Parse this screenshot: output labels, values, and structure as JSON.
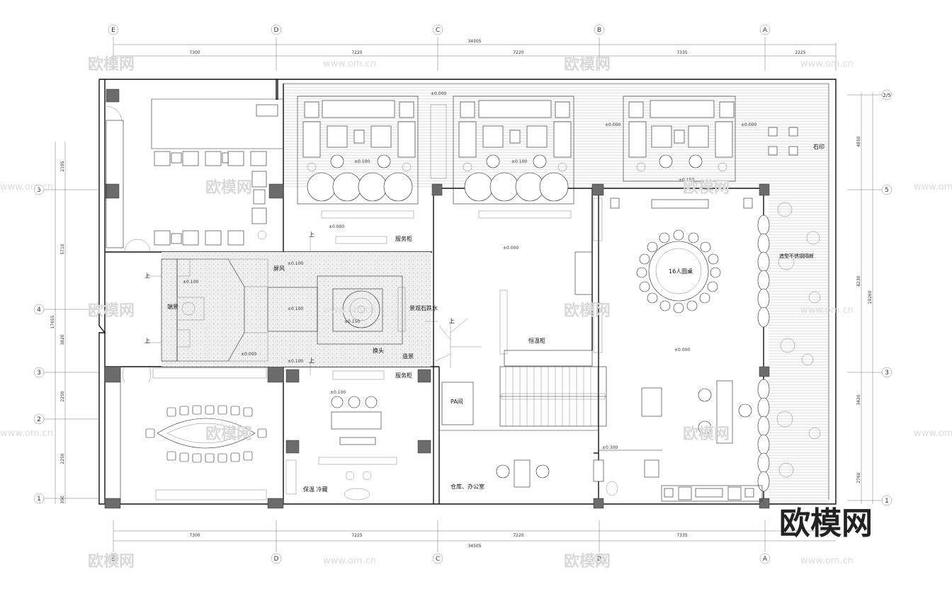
{
  "axes": {
    "top": [
      "E",
      "D",
      "C",
      "B",
      "A"
    ],
    "bottom": [
      "E",
      "D",
      "C",
      "B",
      "A"
    ],
    "left": [
      "5",
      "4",
      "3",
      "2",
      "1"
    ],
    "right": [
      "2/5",
      "5",
      "3",
      "1"
    ]
  },
  "dimensions": {
    "top_total": "34505",
    "top_segments": [
      "7300",
      "7225",
      "7220",
      "7335",
      "2225"
    ],
    "bottom_total": "34505",
    "bottom_segments": [
      "7300",
      "7225",
      "7220",
      "7335"
    ],
    "left_segments": [
      "2195",
      "5710",
      "3820",
      "2250",
      "2250",
      "350"
    ],
    "left_total": "17655",
    "right_segments": [
      "4850",
      "8230",
      "3420",
      "2760"
    ],
    "right_total": "19260"
  },
  "rooms": {
    "screen": "屏风",
    "landscape": "端景",
    "water_feature": "景观石跌水",
    "tap": "换头",
    "background": "造景",
    "service_cabinet_1": "服务柜",
    "service_cabinet_2": "服务柜",
    "warming_cabinet": "恒温柜",
    "pa_room": "PA间",
    "storage_office": "仓库、办公室",
    "hot_cold_tea": "保温\n冷藏",
    "stone_seal": "石印",
    "decor_wall": "造型不锈钢隔断",
    "round_table": "16人圆桌",
    "up_1": "上",
    "up_2": "上",
    "up_3": "上",
    "up_4": "上",
    "up_5": "上"
  },
  "levels": {
    "l1": "±0.000",
    "l2": "±0.100",
    "l3": "±0.100",
    "l4": "±0.000",
    "l5": "±0.150",
    "l6": "±0.000",
    "l7": "±0.100",
    "l8": "±0.100",
    "l9": "±0.100",
    "l10": "±0.150",
    "l11": "±0.000",
    "l12": "±0.100",
    "l13": "±0.000",
    "l14": "±0.000",
    "l15": "±0.000",
    "l16": "±0.300",
    "l17": "±0.100"
  },
  "watermarks": {
    "brand": "欧模网",
    "url": "www.om.cn",
    "logo": "欧模网"
  },
  "colors": {
    "line": "#111111",
    "column": "#6b6b6b",
    "hatch": "#cfcfcf",
    "watermark": "#d9d9d9"
  }
}
